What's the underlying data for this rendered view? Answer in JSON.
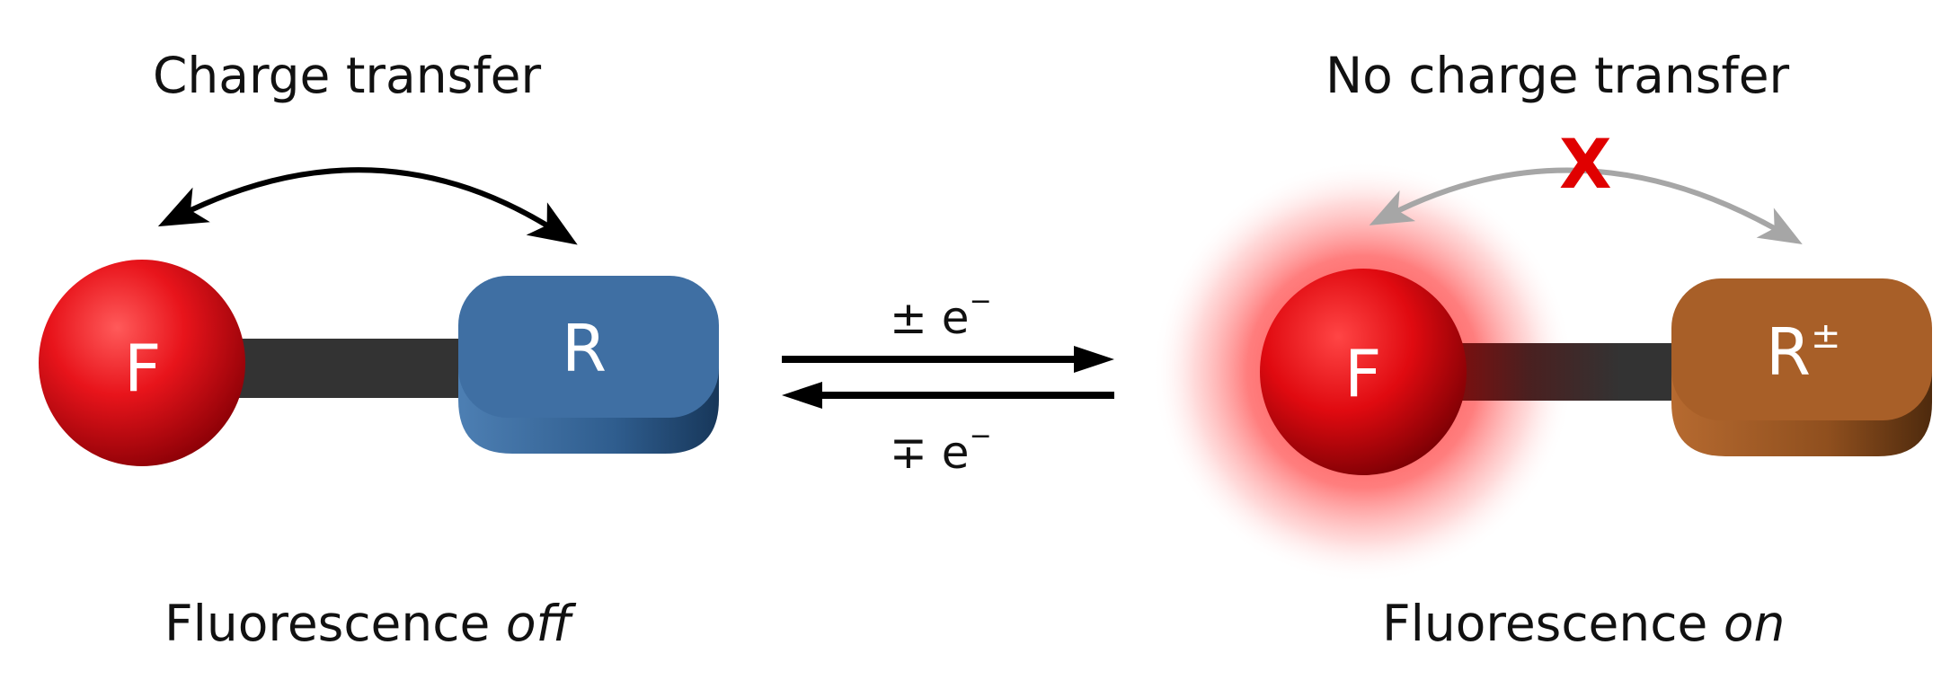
{
  "left_panel": {
    "title": "Charge transfer",
    "fluorophore_label": "F",
    "receptor_label": "R",
    "status_prefix": "Fluorescence ",
    "status_state": "off"
  },
  "right_panel": {
    "title": "No charge transfer",
    "blocked_mark": "X",
    "fluorophore_label": "F",
    "receptor_label": "R",
    "receptor_charge": "±",
    "status_prefix": "Fluorescence ",
    "status_state": "on"
  },
  "equilibrium": {
    "forward_label": "± e",
    "reverse_label": "∓ e",
    "electron_sign": "−"
  },
  "colors": {
    "fluorophore": "#e8141b",
    "receptor_neutral": "#3f6fa3",
    "receptor_charged": "#a85f28",
    "linker": "#333333",
    "arrow_active": "#000000",
    "arrow_blocked": "#a6a6a6",
    "blocked_mark": "#e00000"
  }
}
